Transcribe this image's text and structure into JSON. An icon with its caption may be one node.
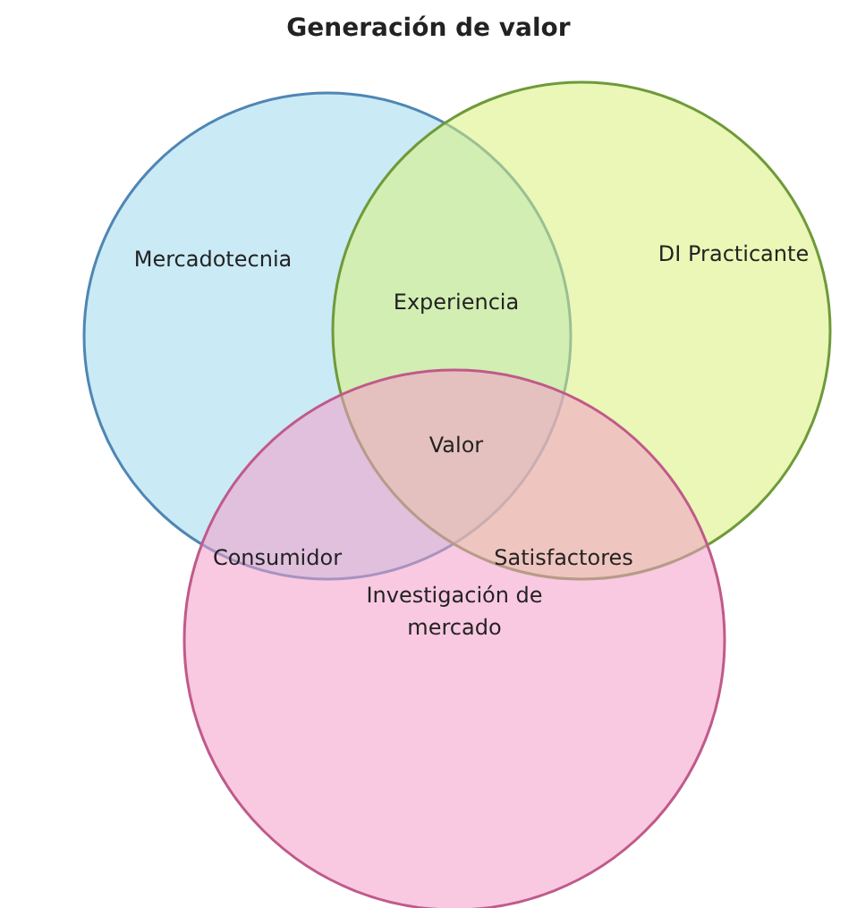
{
  "diagram": {
    "title": "Generación de valor",
    "nodes": [
      {
        "text": [
          "Mercadotecnia"
        ]
      },
      {
        "text": [
          "DI Practicante"
        ]
      },
      {
        "text": [
          "Investigación de mercado"
        ]
      }
    ],
    "labels": [
      "Experiencia",
      "Valor",
      "Consumidor",
      "Satisfactores"
    ]
  }
}
